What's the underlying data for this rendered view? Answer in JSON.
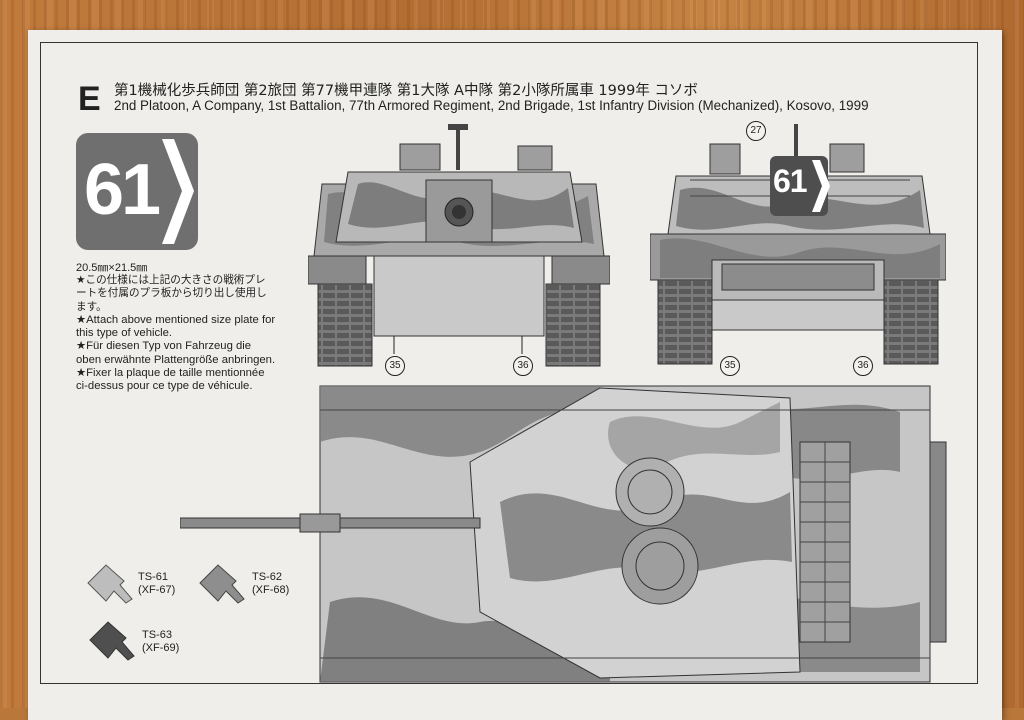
{
  "section": {
    "letter": "E",
    "title_jp": "第1機械化歩兵師団 第2旅団 第77機甲連隊 第1大隊 A中隊 第2小隊所属車 1999年 コソボ",
    "title_en": "2nd Platoon, A Company, 1st Battalion, 77th Armored Regiment, 2nd Brigade, 1st Infantry Division (Mechanized), Kosovo, 1999"
  },
  "plate": {
    "number": "61",
    "size": "20.5㎜×21.5㎜"
  },
  "notes": [
    {
      "text": "★この仕様には上記の大きさの戦術プレートを付属のプラ板から切り出し使用します。",
      "lang": "jp"
    },
    {
      "text": "★Attach above mentioned size plate for this type of vehicle.",
      "lang": "en"
    },
    {
      "text": "★Für diesen Typ von Fahrzeug die oben erwähnte Plattengröße anbringen.",
      "lang": "de"
    },
    {
      "text": "★Fixer la plaque de taille mentionnée ci-dessus pour ce type de véhicule.",
      "lang": "fr"
    }
  ],
  "paints": [
    {
      "code": "TS-61",
      "alt": "(XF-67)",
      "color": "#bdbdbd"
    },
    {
      "code": "TS-62",
      "alt": "(XF-68)",
      "color": "#8e8e8e"
    },
    {
      "code": "TS-63",
      "alt": "(XF-69)",
      "color": "#4f4f4f"
    }
  ],
  "callouts": {
    "front_left": "35",
    "front_right": "36",
    "rear_left": "35",
    "rear_right": "36",
    "rear_turret": "27"
  },
  "rear_plate_number": "61"
}
